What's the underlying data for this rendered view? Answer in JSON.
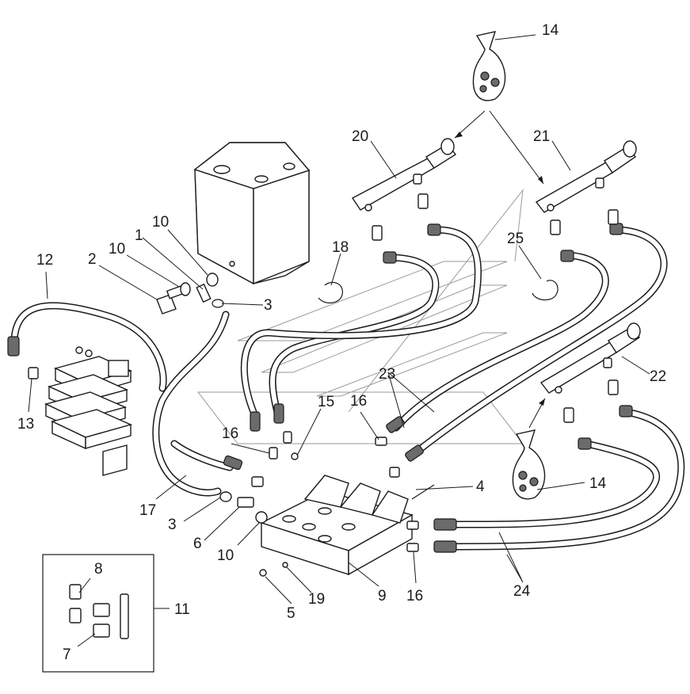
{
  "callouts": {
    "c1": "1",
    "c2": "2",
    "c3a": "3",
    "c3b": "3",
    "c4": "4",
    "c5": "5",
    "c6": "6",
    "c7": "7",
    "c8": "8",
    "c9": "9",
    "c10a": "10",
    "c10b": "10",
    "c10c": "10",
    "c11": "11",
    "c12": "12",
    "c13": "13",
    "c14a": "14",
    "c14b": "14",
    "c15": "15",
    "c16a": "16",
    "c16b": "16",
    "c16c": "16",
    "c17": "17",
    "c18": "18",
    "c19": "19",
    "c20": "20",
    "c21": "21",
    "c22": "22",
    "c23": "23",
    "c24": "24",
    "c25": "25"
  }
}
